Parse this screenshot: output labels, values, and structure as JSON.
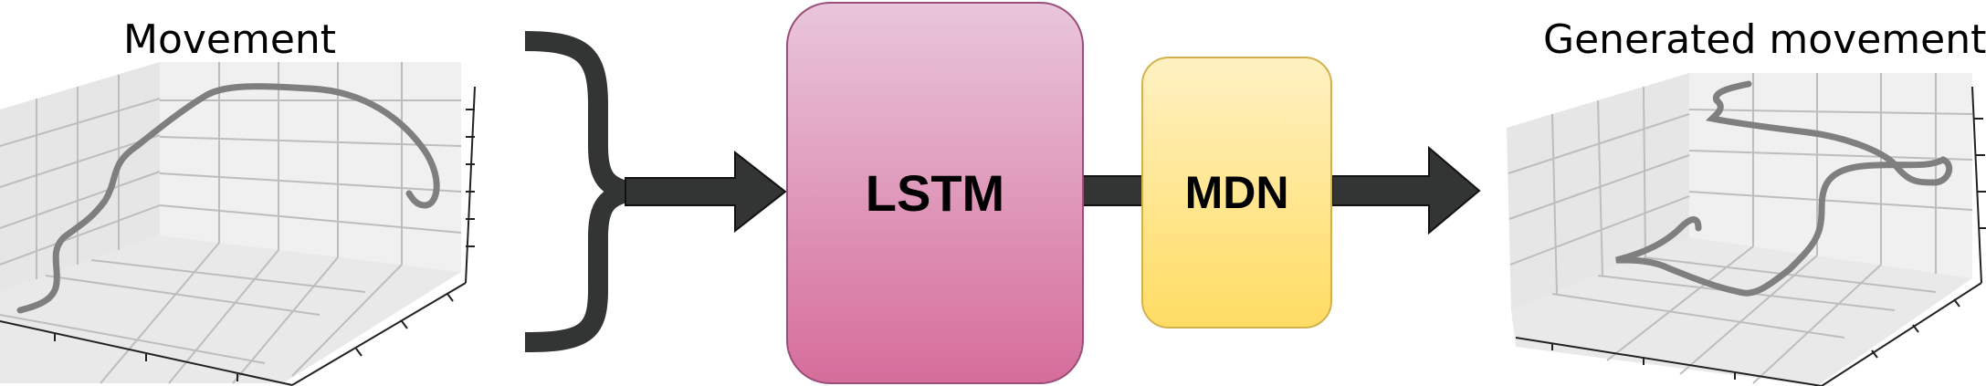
{
  "input_plot": {
    "title": "Movement"
  },
  "output_plot": {
    "title": "Generated movement"
  },
  "blocks": {
    "lstm": "LSTM",
    "mdn": "MDN"
  },
  "colors": {
    "trajectory": "#7f7f7f",
    "arrow": "#323534",
    "brace": "#323534",
    "lstm_top": "#e9c6da",
    "lstm_bottom": "#d66d9b",
    "mdn_top": "#fff1c2",
    "mdn_bottom": "#ffdc63"
  }
}
